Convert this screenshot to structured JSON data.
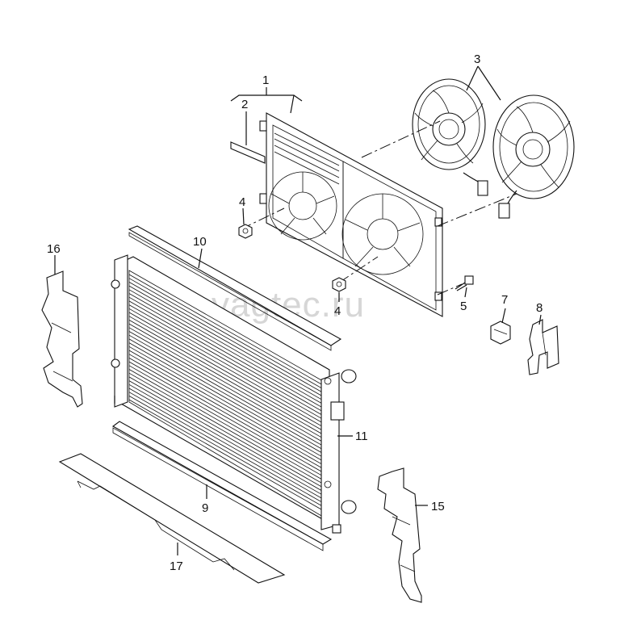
{
  "watermark": "vagtec.ru",
  "callouts": {
    "c1": "1",
    "c2": "2",
    "c3": "3",
    "c4a": "4",
    "c4b": "4",
    "c5": "5",
    "c7": "7",
    "c8": "8",
    "c9": "9",
    "c10": "10",
    "c11": "11",
    "c15": "15",
    "c16": "16",
    "c17": "17"
  }
}
